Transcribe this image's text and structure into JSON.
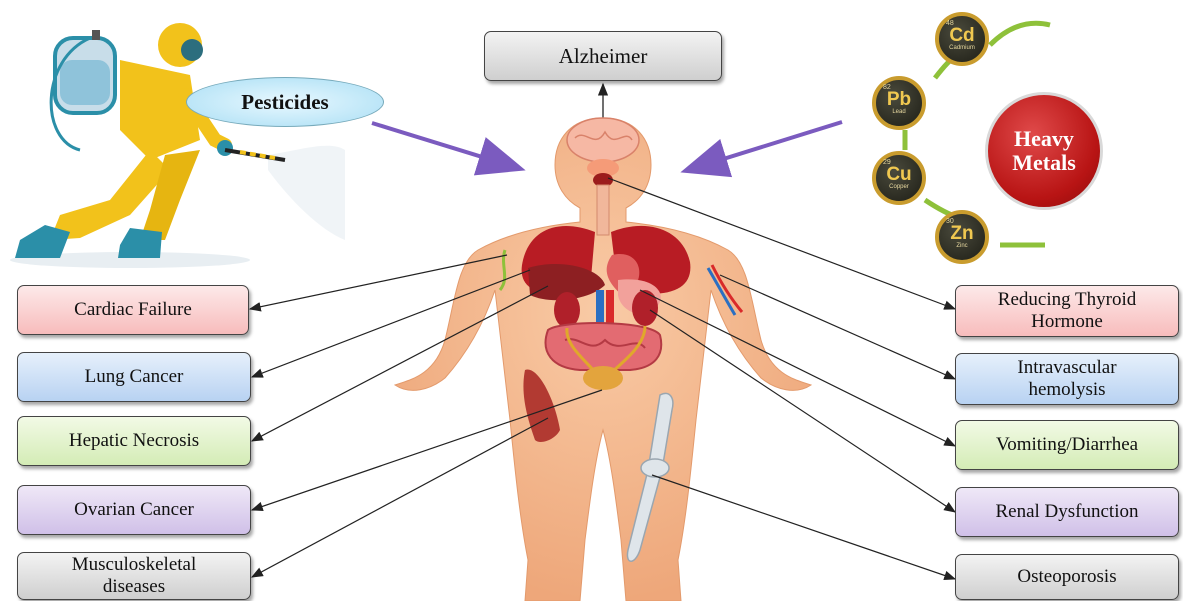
{
  "top": {
    "alzheimer": "Alzheimer"
  },
  "sources": {
    "pesticides": "Pesticides",
    "heavy_metals_line1": "Heavy",
    "heavy_metals_line2": "Metals",
    "elements": [
      {
        "number": "48",
        "symbol": "Cd",
        "name": "Cadmium"
      },
      {
        "number": "82",
        "symbol": "Pb",
        "name": "Lead"
      },
      {
        "number": "29",
        "symbol": "Cu",
        "name": "Copper"
      },
      {
        "number": "30",
        "symbol": "Zn",
        "name": "Zinc"
      }
    ]
  },
  "left_effects": [
    {
      "line1": "Cardiac Failure",
      "line2": ""
    },
    {
      "line1": "Lung Cancer",
      "line2": ""
    },
    {
      "line1": "Hepatic Necrosis",
      "line2": ""
    },
    {
      "line1": "Ovarian Cancer",
      "line2": ""
    },
    {
      "line1": "Musculoskeletal",
      "line2": "diseases"
    }
  ],
  "right_effects": [
    {
      "line1": "Reducing Thyroid",
      "line2": "Hormone"
    },
    {
      "line1": "Intravascular",
      "line2": "hemolysis"
    },
    {
      "line1": "Vomiting/Diarrhea",
      "line2": ""
    },
    {
      "line1": "Renal Dysfunction",
      "line2": ""
    },
    {
      "line1": "Osteoporosis",
      "line2": ""
    }
  ],
  "colors": {
    "arrow_purple": "#7b5bbf",
    "skin": "#f4b88e",
    "organ_red": "#c3242c",
    "metal_red": "#c01b1b",
    "suit_yellow": "#f2c21b"
  }
}
